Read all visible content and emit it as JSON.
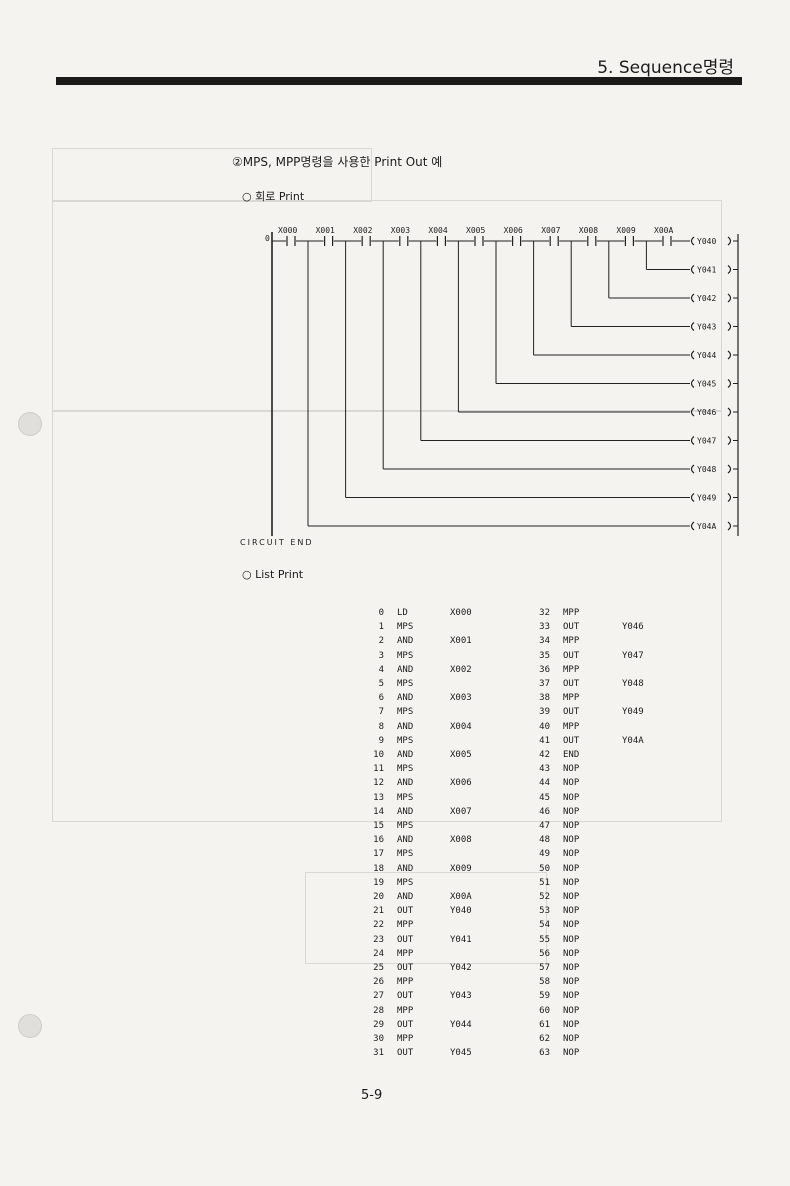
{
  "header": {
    "title": "5. Sequence명령"
  },
  "section": {
    "subtitle": "②MPS, MPP명령을 사용한  Print Out  예",
    "circuit_label": "○ 회로  Print",
    "list_label": "○  List Print",
    "circuit_end": "CIRCUIT END"
  },
  "ladder": {
    "step0": "0",
    "contacts": [
      "X000",
      "X001",
      "X002",
      "X003",
      "X004",
      "X005",
      "X006",
      "X007",
      "X008",
      "X009",
      "X00A"
    ],
    "outputs": [
      "Y040",
      "Y041",
      "Y042",
      "Y043",
      "Y044",
      "Y045",
      "Y046",
      "Y047",
      "Y048",
      "Y049",
      "Y04A"
    ]
  },
  "instruction_list": [
    [
      "0",
      "LD",
      "X000"
    ],
    [
      "1",
      "MPS",
      ""
    ],
    [
      "2",
      "AND",
      "X001"
    ],
    [
      "3",
      "MPS",
      ""
    ],
    [
      "4",
      "AND",
      "X002"
    ],
    [
      "5",
      "MPS",
      ""
    ],
    [
      "6",
      "AND",
      "X003"
    ],
    [
      "7",
      "MPS",
      ""
    ],
    [
      "8",
      "AND",
      "X004"
    ],
    [
      "9",
      "MPS",
      ""
    ],
    [
      "10",
      "AND",
      "X005"
    ],
    [
      "11",
      "MPS",
      ""
    ],
    [
      "12",
      "AND",
      "X006"
    ],
    [
      "13",
      "MPS",
      ""
    ],
    [
      "14",
      "AND",
      "X007"
    ],
    [
      "15",
      "MPS",
      ""
    ],
    [
      "16",
      "AND",
      "X008"
    ],
    [
      "17",
      "MPS",
      ""
    ],
    [
      "18",
      "AND",
      "X009"
    ],
    [
      "19",
      "MPS",
      ""
    ],
    [
      "20",
      "AND",
      "X00A"
    ],
    [
      "21",
      "OUT",
      "Y040"
    ],
    [
      "22",
      "MPP",
      ""
    ],
    [
      "23",
      "OUT",
      "Y041"
    ],
    [
      "24",
      "MPP",
      ""
    ],
    [
      "25",
      "OUT",
      "Y042"
    ],
    [
      "26",
      "MPP",
      ""
    ],
    [
      "27",
      "OUT",
      "Y043"
    ],
    [
      "28",
      "MPP",
      ""
    ],
    [
      "29",
      "OUT",
      "Y044"
    ],
    [
      "30",
      "MPP",
      ""
    ],
    [
      "31",
      "OUT",
      "Y045"
    ],
    [
      "32",
      "MPP",
      ""
    ],
    [
      "33",
      "OUT",
      "Y046"
    ],
    [
      "34",
      "MPP",
      ""
    ],
    [
      "35",
      "OUT",
      "Y047"
    ],
    [
      "36",
      "MPP",
      ""
    ],
    [
      "37",
      "OUT",
      "Y048"
    ],
    [
      "38",
      "MPP",
      ""
    ],
    [
      "39",
      "OUT",
      "Y049"
    ],
    [
      "40",
      "MPP",
      ""
    ],
    [
      "41",
      "OUT",
      "Y04A"
    ],
    [
      "42",
      "END",
      ""
    ],
    [
      "43",
      "NOP",
      ""
    ],
    [
      "44",
      "NOP",
      ""
    ],
    [
      "45",
      "NOP",
      ""
    ],
    [
      "46",
      "NOP",
      ""
    ],
    [
      "47",
      "NOP",
      ""
    ],
    [
      "48",
      "NOP",
      ""
    ],
    [
      "49",
      "NOP",
      ""
    ],
    [
      "50",
      "NOP",
      ""
    ],
    [
      "51",
      "NOP",
      ""
    ],
    [
      "52",
      "NOP",
      ""
    ],
    [
      "53",
      "NOP",
      ""
    ],
    [
      "54",
      "NOP",
      ""
    ],
    [
      "55",
      "NOP",
      ""
    ],
    [
      "56",
      "NOP",
      ""
    ],
    [
      "57",
      "NOP",
      ""
    ],
    [
      "58",
      "NOP",
      ""
    ],
    [
      "59",
      "NOP",
      ""
    ],
    [
      "60",
      "NOP",
      ""
    ],
    [
      "61",
      "NOP",
      ""
    ],
    [
      "62",
      "NOP",
      ""
    ],
    [
      "63",
      "NOP",
      ""
    ]
  ],
  "footer": {
    "page": "5-9"
  }
}
